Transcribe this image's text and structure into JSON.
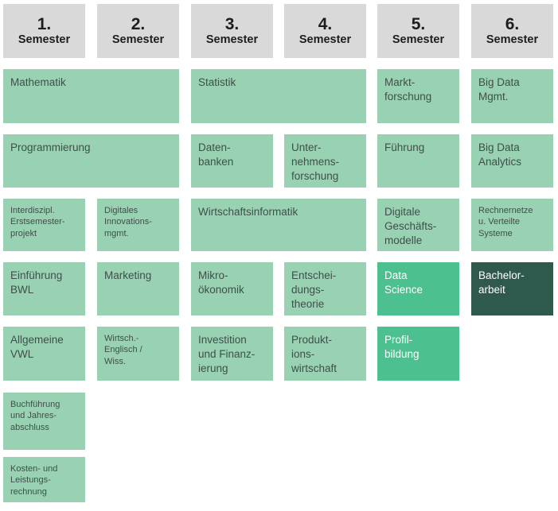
{
  "colors": {
    "page-bg": "#ffffff",
    "header-bg": "#d9d9d9",
    "header-text": "#1d1d1b",
    "box-light": "#98d2b2",
    "box-accent": "#4cc08e",
    "box-dark": "#30594d",
    "box-text-dark": "#3f4f4a",
    "box-text-light": "#ffffff"
  },
  "headers": [
    {
      "number": "1.",
      "label": "Semester"
    },
    {
      "number": "2.",
      "label": "Semester"
    },
    {
      "number": "3.",
      "label": "Semester"
    },
    {
      "number": "4.",
      "label": "Semester"
    },
    {
      "number": "5.",
      "label": "Semester"
    },
    {
      "number": "6.",
      "label": "Semester"
    }
  ],
  "courses": [
    {
      "label": "Mathematik",
      "semester": "1-2",
      "variant": "light"
    },
    {
      "label": "Statistik",
      "semester": "3-4",
      "variant": "light"
    },
    {
      "label": "Markt-\nforschung",
      "semester": "5",
      "variant": "light"
    },
    {
      "label": "Big Data\nMgmt.",
      "semester": "6",
      "variant": "light"
    },
    {
      "label": "Programmierung",
      "semester": "1-2",
      "variant": "light"
    },
    {
      "label": "Daten-\nbanken",
      "semester": "3",
      "variant": "light"
    },
    {
      "label": "Unter-\nnehmens-\nforschung",
      "semester": "4",
      "variant": "light"
    },
    {
      "label": "Führung",
      "semester": "5",
      "variant": "light"
    },
    {
      "label": "Big Data\nAnalytics",
      "semester": "6",
      "variant": "light"
    },
    {
      "label": "Interdiszipl.\nErstsemester-\nprojekt",
      "semester": "1",
      "variant": "light"
    },
    {
      "label": "Digitales\nInnovations-\nmgmt.",
      "semester": "2",
      "variant": "light"
    },
    {
      "label": "Wirtschaftsinformatik",
      "semester": "3-4",
      "variant": "light"
    },
    {
      "label": "Digitale\nGeschäfts-\nmodelle",
      "semester": "5",
      "variant": "light"
    },
    {
      "label": "Rechnernetze\nu. Verteilte\nSysteme",
      "semester": "6",
      "variant": "light"
    },
    {
      "label": "Einführung\nBWL",
      "semester": "1",
      "variant": "light"
    },
    {
      "label": "Marketing",
      "semester": "2",
      "variant": "light"
    },
    {
      "label": "Mikro-\nökonomik",
      "semester": "3",
      "variant": "light"
    },
    {
      "label": "Entschei-\ndungs-\ntheorie",
      "semester": "4",
      "variant": "light"
    },
    {
      "label": "Data\nScience",
      "semester": "5",
      "variant": "accent"
    },
    {
      "label": "Bachelor-\narbeit",
      "semester": "6",
      "variant": "dark"
    },
    {
      "label": "Allgemeine\nVWL",
      "semester": "1",
      "variant": "light"
    },
    {
      "label": "Wirtsch.-\nEnglisch /\nWiss.",
      "semester": "2",
      "variant": "light"
    },
    {
      "label": "Investition\nund Finanz-\nierung",
      "semester": "3",
      "variant": "light"
    },
    {
      "label": "Produkt-\nions-\nwirtschaft",
      "semester": "4",
      "variant": "light"
    },
    {
      "label": "Profil-\nbildung",
      "semester": "5",
      "variant": "accent"
    },
    {
      "label": "Buchführung\nund Jahres-\nabschluss",
      "semester": "1",
      "variant": "light"
    },
    {
      "label": "Kosten- und\nLeistungs-\nrechnung",
      "semester": "1",
      "variant": "light"
    }
  ]
}
